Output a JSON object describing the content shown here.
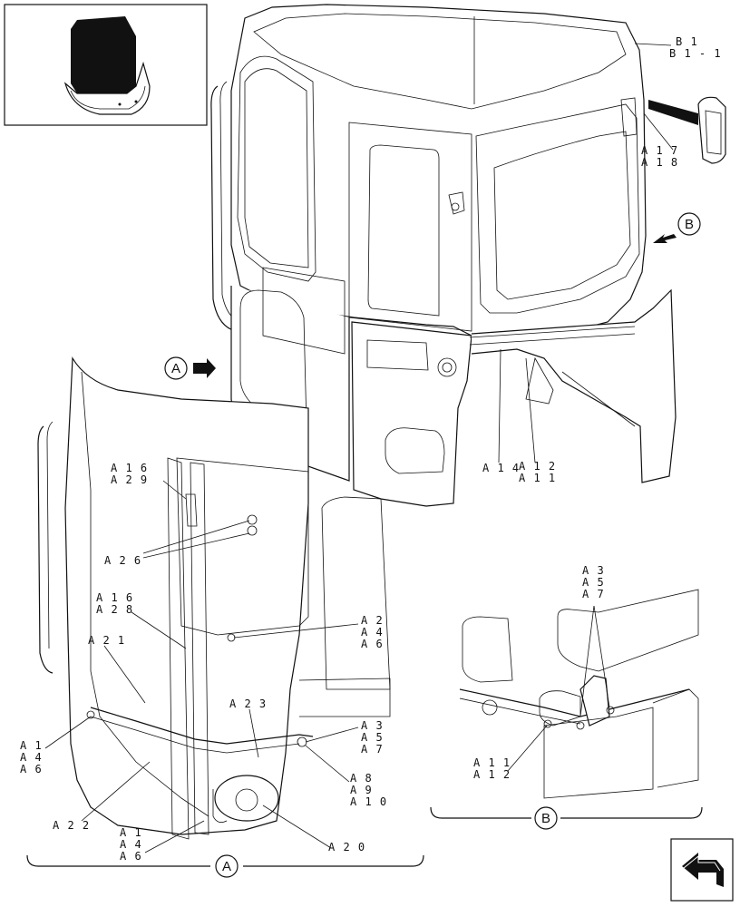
{
  "labels": {
    "b1": "B 1",
    "b1_1": "B 1 - 1",
    "a17": "A 1 7",
    "a18": "A 1 8",
    "a14": "A 1 4",
    "a12_top": "A 1 2",
    "a11_top": "A 1 1",
    "a16_top": "A 1 6",
    "a29": "A 2 9",
    "a26": "A 2 6",
    "a16_mid": "A 1 6",
    "a28": "A 2 8",
    "a21": "A 2 1",
    "a2": "A 2",
    "a4_r": "A 4",
    "a6_r": "A 6",
    "a23": "A 2 3",
    "a3_r": "A 3",
    "a5_r": "A 5",
    "a7_r": "A 7",
    "a1_l": "A 1",
    "a4_l": "A 4",
    "a6_l": "A 6",
    "a8": "A 8",
    "a9": "A 9",
    "a10": "A 1 0",
    "a22": "A 2 2",
    "a1_b": "A 1",
    "a4_b": "A 4",
    "a6_b": "A 6",
    "a20": "A 2 0",
    "a3_b": "A 3",
    "a5_b": "A 5",
    "a7_b": "A 7",
    "a11_b": "A 1 1",
    "a12_b": "A 1 2"
  },
  "callouts": {
    "view_a": "A",
    "view_b": "B",
    "view_a_bottom": "A",
    "view_b_bottom": "B"
  },
  "icons": {
    "thumbnail": "cab-thumbnail-icon",
    "nav": "return-arrow-icon"
  }
}
